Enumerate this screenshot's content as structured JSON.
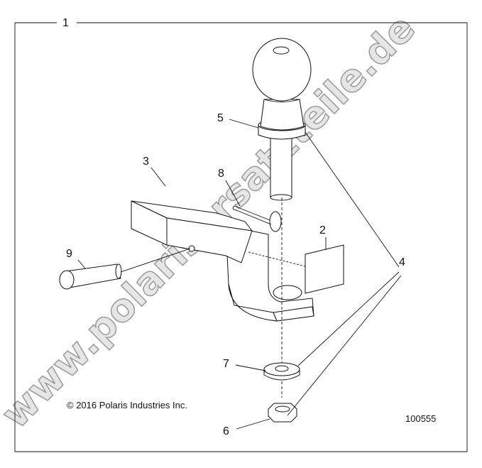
{
  "diagram": {
    "callouts": [
      "1",
      "2",
      "3",
      "4",
      "5",
      "6",
      "7",
      "8",
      "9"
    ],
    "copyright": "© 2016 Polaris Industries Inc.",
    "drawing_number": "100555",
    "watermark": "www.polarisersatzteile.de"
  }
}
